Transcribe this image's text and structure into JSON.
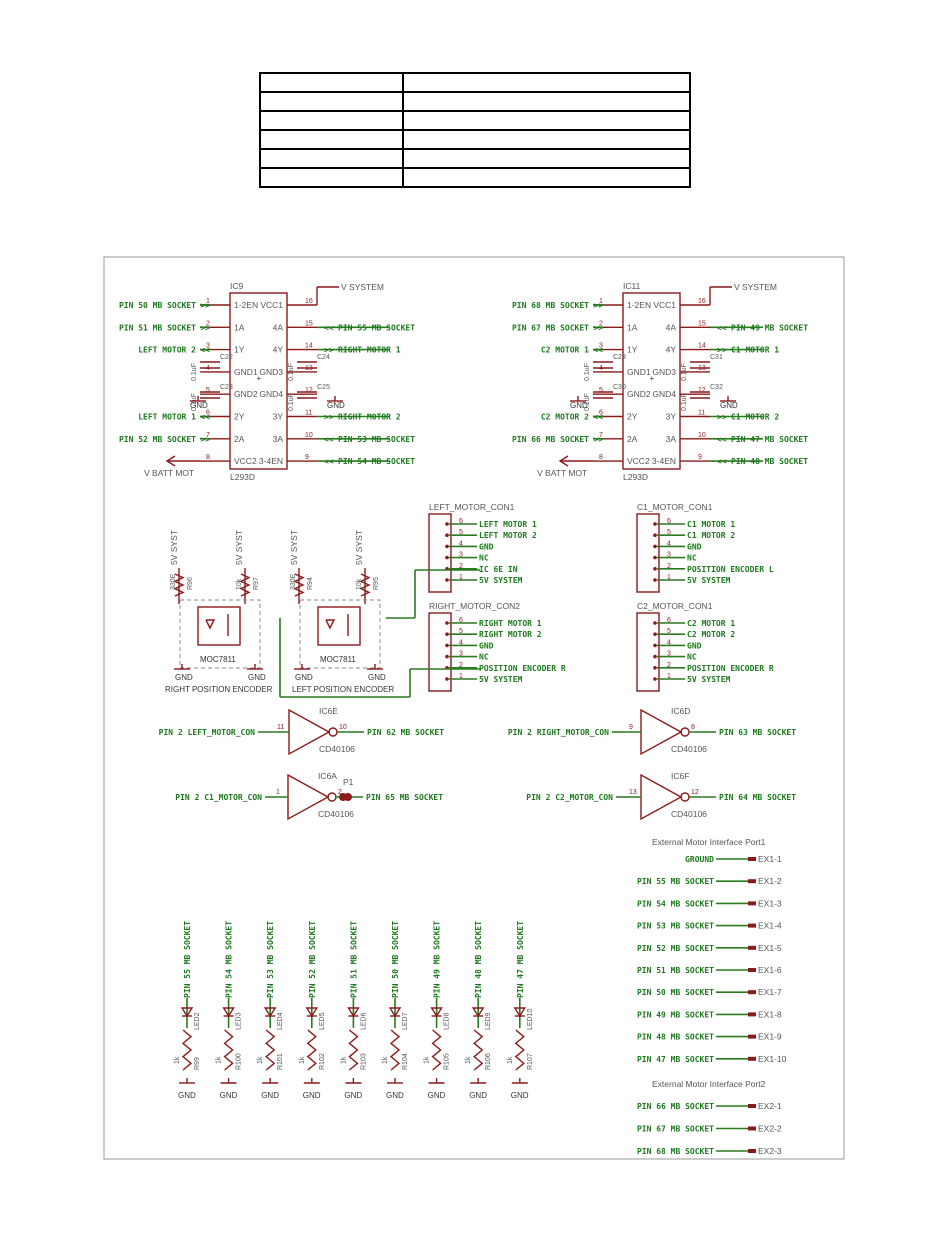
{
  "ic9": {
    "name": "IC9",
    "part": "L293D",
    "vsystem": "V SYSTEM",
    "vbatt": "V BATT MOT",
    "left": [
      {
        "pin": "1",
        "fn": "1-2EN",
        "net": "PIN 50 MB SOCKET",
        "dir": ">>"
      },
      {
        "pin": "2",
        "fn": "1A",
        "net": "PIN 51 MB SOCKET",
        "dir": ">>"
      },
      {
        "pin": "3",
        "fn": "1Y",
        "net": "LEFT MOTOR 2",
        "dir": "<<"
      },
      {
        "pin": "4",
        "fn": "GND1",
        "net": "",
        "dir": ""
      },
      {
        "pin": "5",
        "fn": "GND2",
        "net": "",
        "dir": ""
      },
      {
        "pin": "6",
        "fn": "2Y",
        "net": "LEFT MOTOR 1",
        "dir": "<<"
      },
      {
        "pin": "7",
        "fn": "2A",
        "net": "PIN 52 MB SOCKET",
        "dir": ">>"
      },
      {
        "pin": "8",
        "fn": "VCC2",
        "net": "",
        "dir": ""
      }
    ],
    "right": [
      {
        "pin": "16",
        "fn": "VCC1",
        "net": "",
        "dir": ""
      },
      {
        "pin": "15",
        "fn": "4A",
        "net": "PIN 55 MB SOCKET",
        "dir": "<<"
      },
      {
        "pin": "14",
        "fn": "4Y",
        "net": "RIGHT MOTOR 1",
        "dir": ">>"
      },
      {
        "pin": "13",
        "fn": "GND3",
        "net": "",
        "dir": ""
      },
      {
        "pin": "12",
        "fn": "GND4",
        "net": "",
        "dir": ""
      },
      {
        "pin": "11",
        "fn": "3Y",
        "net": "RIGHT MOTOR 2",
        "dir": ">>"
      },
      {
        "pin": "10",
        "fn": "3A",
        "net": "PIN 53 MB SOCKET",
        "dir": "<<"
      },
      {
        "pin": "9",
        "fn": "3-4EN",
        "net": "PIN 54 MB SOCKET",
        "dir": "<<"
      }
    ],
    "caps": [
      {
        "name": "C22",
        "value": "0.1uF"
      },
      {
        "name": "C23",
        "value": "0.1uF"
      },
      {
        "name": "C24",
        "value": "0.1uF"
      },
      {
        "name": "C25",
        "value": "0.1uF"
      }
    ],
    "gnd": "GND"
  },
  "ic11": {
    "name": "IC11",
    "part": "L293D",
    "vsystem": "V SYSTEM",
    "vbatt": "V BATT MOT",
    "left": [
      {
        "pin": "1",
        "fn": "1-2EN",
        "net": "PIN 68 MB SOCKET",
        "dir": ">>"
      },
      {
        "pin": "2",
        "fn": "1A",
        "net": "PIN 67 MB SOCKET",
        "dir": ">>"
      },
      {
        "pin": "3",
        "fn": "1Y",
        "net": "C2 MOTOR 1",
        "dir": "<<"
      },
      {
        "pin": "4",
        "fn": "GND1",
        "net": "",
        "dir": ""
      },
      {
        "pin": "5",
        "fn": "GND2",
        "net": "",
        "dir": ""
      },
      {
        "pin": "6",
        "fn": "2Y",
        "net": "C2 MOTOR 2",
        "dir": "<<"
      },
      {
        "pin": "7",
        "fn": "2A",
        "net": "PIN 66 MB SOCKET",
        "dir": ">>"
      },
      {
        "pin": "8",
        "fn": "VCC2",
        "net": "",
        "dir": ""
      }
    ],
    "right": [
      {
        "pin": "16",
        "fn": "VCC1",
        "net": "",
        "dir": ""
      },
      {
        "pin": "15",
        "fn": "4A",
        "net": "PIN 49 MB SOCKET",
        "dir": "<<"
      },
      {
        "pin": "14",
        "fn": "4Y",
        "net": "C1 MOTOR 1",
        "dir": ">>"
      },
      {
        "pin": "13",
        "fn": "GND3",
        "net": "",
        "dir": ""
      },
      {
        "pin": "12",
        "fn": "GND4",
        "net": "",
        "dir": ""
      },
      {
        "pin": "11",
        "fn": "3Y",
        "net": "C1 MOTOR 2",
        "dir": ">>"
      },
      {
        "pin": "10",
        "fn": "3A",
        "net": "PIN 47 MB SOCKET",
        "dir": "<<"
      },
      {
        "pin": "9",
        "fn": "3-4EN",
        "net": "PIN 48 MB SOCKET",
        "dir": "<<"
      }
    ],
    "caps": [
      {
        "name": "C29",
        "value": "0.1uF"
      },
      {
        "name": "C30",
        "value": "0.1uF"
      },
      {
        "name": "C31",
        "value": "0.1uF"
      },
      {
        "name": "C32",
        "value": "0.1uF"
      }
    ],
    "gnd": "GND"
  },
  "connectors": [
    {
      "name": "LEFT_MOTOR_CON1",
      "pins": [
        "LEFT MOTOR 1",
        "LEFT MOTOR 2",
        "GND",
        "NC",
        "IC 6E IN",
        "5V SYSTEM"
      ]
    },
    {
      "name": "C1_MOTOR_CON1",
      "pins": [
        "C1 MOTOR 1",
        "C1 MOTOR 2",
        "GND",
        "NC",
        "POSITION ENCODER L",
        "5V SYSTEM"
      ]
    },
    {
      "name": "RIGHT_MOTOR_CON2",
      "pins": [
        "RIGHT MOTOR 1",
        "RIGHT MOTOR 2",
        "GND",
        "NC",
        "POSITION ENCODER R",
        "5V SYSTEM"
      ]
    },
    {
      "name": "C2_MOTOR_CON1",
      "pins": [
        "C2 MOTOR 1",
        "C2 MOTOR 2",
        "GND",
        "NC",
        "POSITION ENCODER R",
        "5V SYSTEM"
      ]
    }
  ],
  "encoders": [
    {
      "title": "RIGHT POSITION ENCODER",
      "supply": "5V SYST",
      "r1": "R96",
      "r1v": "330E",
      "r2": "R97",
      "r2v": "10k",
      "part": "MOC7811",
      "gnd": "GND"
    },
    {
      "title": "LEFT POSITION ENCODER",
      "supply": "5V SYST",
      "r1": "R94",
      "r1v": "330E",
      "r2": "R95",
      "r2v": "10k",
      "part": "MOC7811",
      "gnd": "GND"
    }
  ],
  "inverters": [
    {
      "name": "IC6E",
      "part": "CD40106",
      "in_pin": "11",
      "out_pin": "10",
      "input": "PIN 2 LEFT_MOTOR_CON",
      "output": "PIN 62 MB SOCKET"
    },
    {
      "name": "IC6D",
      "part": "CD40106",
      "in_pin": "9",
      "out_pin": "8",
      "input": "PIN 2 RIGHT_MOTOR_CON",
      "output": "PIN 63 MB SOCKET"
    },
    {
      "name": "IC6A",
      "part": "CD40106",
      "in_pin": "1",
      "out_pin": "2",
      "input": "PIN 2 C1_MOTOR_CON",
      "output": "PIN 65 MB SOCKET",
      "extra": "P1"
    },
    {
      "name": "IC6F",
      "part": "CD40106",
      "in_pin": "13",
      "out_pin": "12",
      "input": "PIN 2 C2_MOTOR_CON",
      "output": "PIN 64 MB SOCKET"
    }
  ],
  "leds": [
    {
      "net": "PIN 55 MB SOCKET",
      "led": "LED2",
      "res": "R99",
      "rv": "1k"
    },
    {
      "net": "PIN 54 MB SOCKET",
      "led": "LED3",
      "res": "R100",
      "rv": "1k"
    },
    {
      "net": "PIN 53 MB SOCKET",
      "led": "LED4",
      "res": "R101",
      "rv": "1k"
    },
    {
      "net": "PIN 52 MB SOCKET",
      "led": "LED5",
      "res": "R102",
      "rv": "1k"
    },
    {
      "net": "PIN 51 MB SOCKET",
      "led": "LED6",
      "res": "R103",
      "rv": "1k"
    },
    {
      "net": "PIN 50 MB SOCKET",
      "led": "LED7",
      "res": "R104",
      "rv": "1k"
    },
    {
      "net": "PIN 49 MB SOCKET",
      "led": "LED8",
      "res": "R105",
      "rv": "1k"
    },
    {
      "net": "PIN 48 MB SOCKET",
      "led": "LED9",
      "res": "R106",
      "rv": "1k"
    },
    {
      "net": "PIN 47 MB SOCKET",
      "led": "LED10",
      "res": "R107",
      "rv": "1k"
    }
  ],
  "led_gnd": "GND",
  "port1": {
    "title": "External Motor Interface Port1",
    "rows": [
      {
        "net": "GROUND",
        "pin": "EX1-1"
      },
      {
        "net": "PIN 55 MB SOCKET",
        "pin": "EX1-2"
      },
      {
        "net": "PIN 54 MB SOCKET",
        "pin": "EX1-3"
      },
      {
        "net": "PIN 53 MB SOCKET",
        "pin": "EX1-4"
      },
      {
        "net": "PIN 52 MB SOCKET",
        "pin": "EX1-5"
      },
      {
        "net": "PIN 51 MB SOCKET",
        "pin": "EX1-6"
      },
      {
        "net": "PIN 50 MB SOCKET",
        "pin": "EX1-7"
      },
      {
        "net": "PIN 49 MB SOCKET",
        "pin": "EX1-8"
      },
      {
        "net": "PIN 48 MB SOCKET",
        "pin": "EX1-9"
      },
      {
        "net": "PIN 47 MB SOCKET",
        "pin": "EX1-10"
      }
    ]
  },
  "port2": {
    "title": "External Motor Interface Port2",
    "rows": [
      {
        "net": "PIN 66 MB SOCKET",
        "pin": "EX2-1"
      },
      {
        "net": "PIN 67 MB SOCKET",
        "pin": "EX2-2"
      },
      {
        "net": "PIN 68 MB SOCKET",
        "pin": "EX2-3"
      }
    ]
  },
  "colors": {
    "wire": "#2a7a1e",
    "part": "#8b1a1a"
  }
}
